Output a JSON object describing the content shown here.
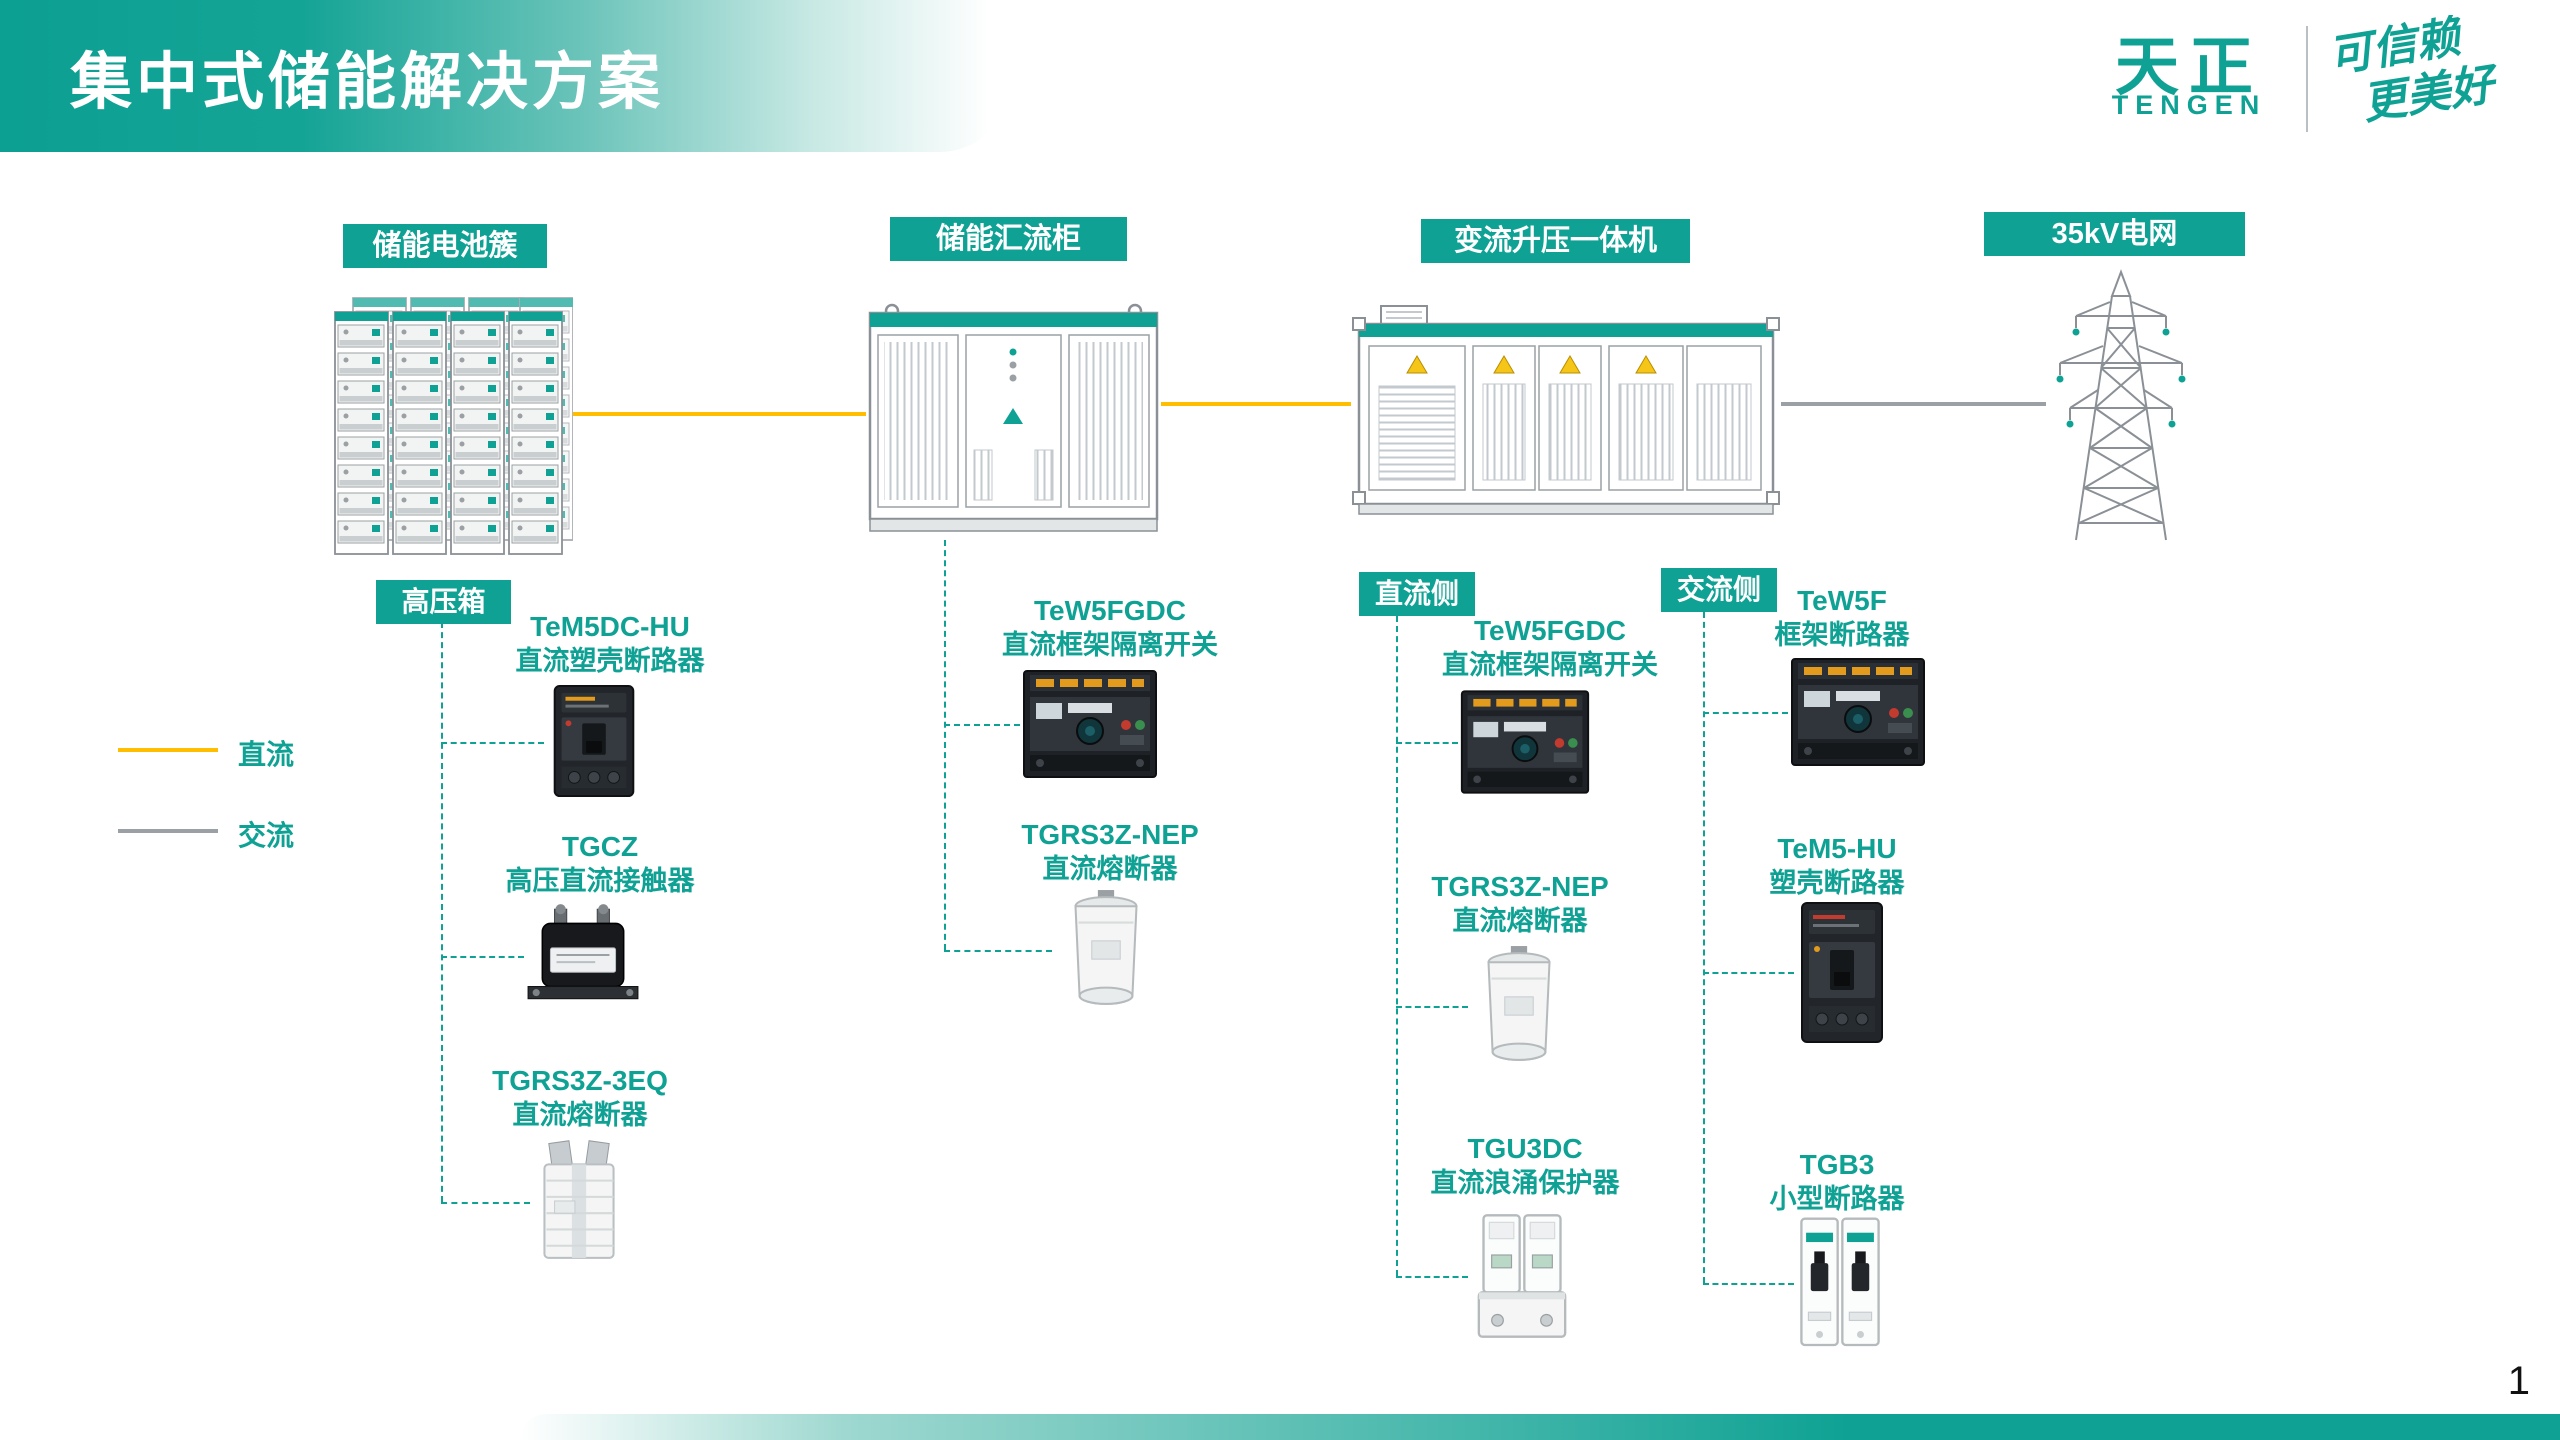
{
  "title": "集中式储能解决方案",
  "logo": {
    "brand": "天正",
    "brand_sub": "TENGEN",
    "slogan_line1": "可信赖",
    "slogan_line2": "更美好"
  },
  "page_number": "1",
  "legend": {
    "dc_label": "直流",
    "ac_label": "交流",
    "dc_color": "#FFBF00",
    "ac_color": "#9AA0A3"
  },
  "colors": {
    "brand_teal": "#0FA294",
    "warning_yellow": "#F5C518"
  },
  "equipment": {
    "battery": {
      "label": "储能电池簇"
    },
    "combiner": {
      "label": "储能汇流柜"
    },
    "converter": {
      "label": "变流升压一体机"
    },
    "grid": {
      "label": "35kV电网"
    }
  },
  "groups": {
    "battery_box": {
      "tag": "高压箱",
      "products": [
        {
          "model": "TeM5DC-HU",
          "name": "直流塑壳断路器"
        },
        {
          "model": "TGCZ",
          "name": "高压直流接触器"
        },
        {
          "model": "TGRS3Z-3EQ",
          "name": "直流熔断器"
        }
      ]
    },
    "combiner_tree": {
      "products": [
        {
          "model": "TeW5FGDC",
          "name": "直流框架隔离开关"
        },
        {
          "model": "TGRS3Z-NEP",
          "name": "直流熔断器"
        }
      ]
    },
    "dc_side": {
      "tag": "直流侧",
      "products": [
        {
          "model": "TeW5FGDC",
          "name": "直流框架隔离开关"
        },
        {
          "model": "TGRS3Z-NEP",
          "name": "直流熔断器"
        },
        {
          "model": "TGU3DC",
          "name": "直流浪涌保护器"
        }
      ]
    },
    "ac_side": {
      "tag": "交流侧",
      "products": [
        {
          "model": "TeW5F",
          "name": "框架断路器"
        },
        {
          "model": "TeM5-HU",
          "name": "塑壳断路器"
        },
        {
          "model": "TGB3",
          "name": "小型断路器"
        }
      ]
    }
  }
}
